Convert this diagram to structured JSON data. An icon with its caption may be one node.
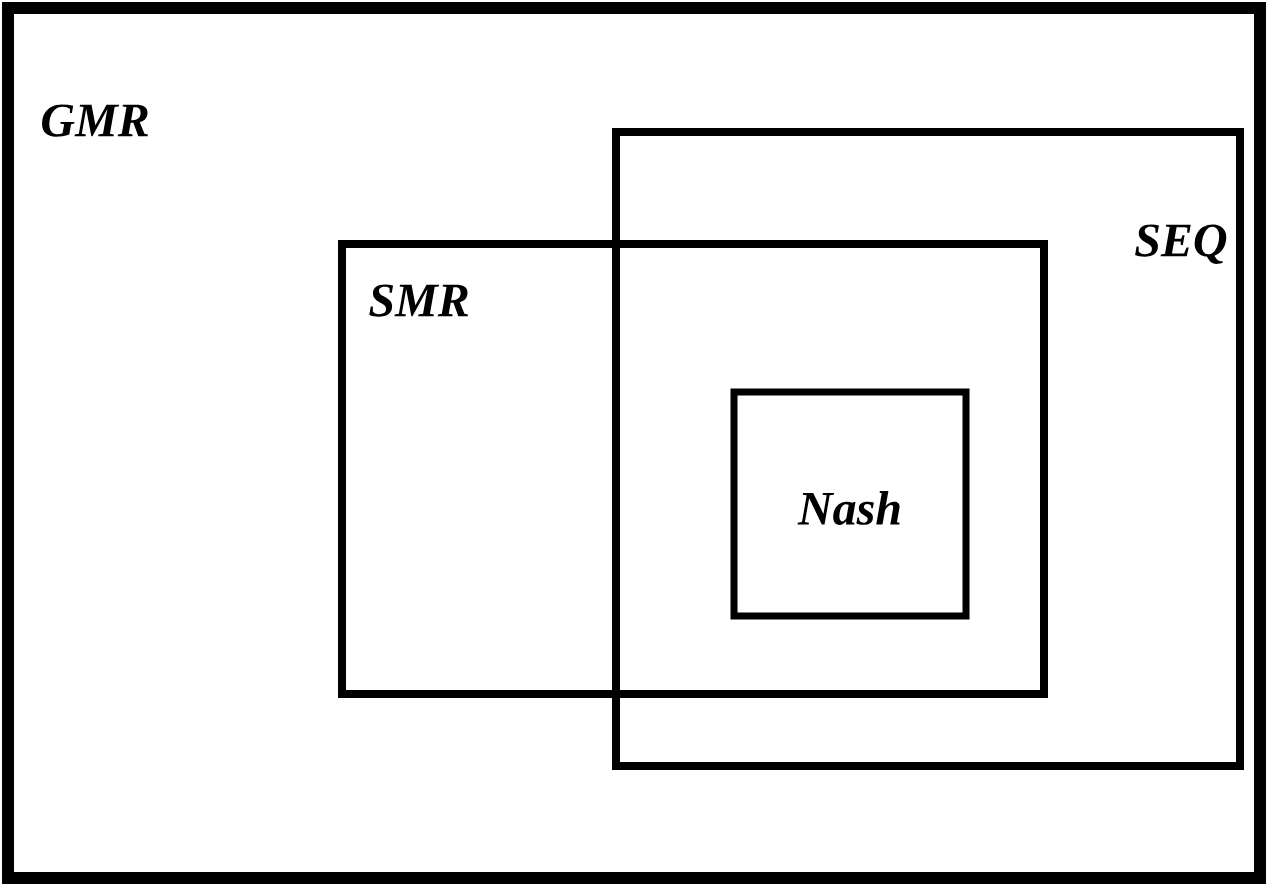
{
  "diagram": {
    "nodes": [
      {
        "text": [
          "GMR"
        ]
      },
      {
        "text": [
          "SMR"
        ],
        "in": 0
      },
      {
        "text": [
          "SEQ"
        ],
        "in": 0
      },
      {
        "text": [
          "Nash"
        ]
      }
    ]
  }
}
